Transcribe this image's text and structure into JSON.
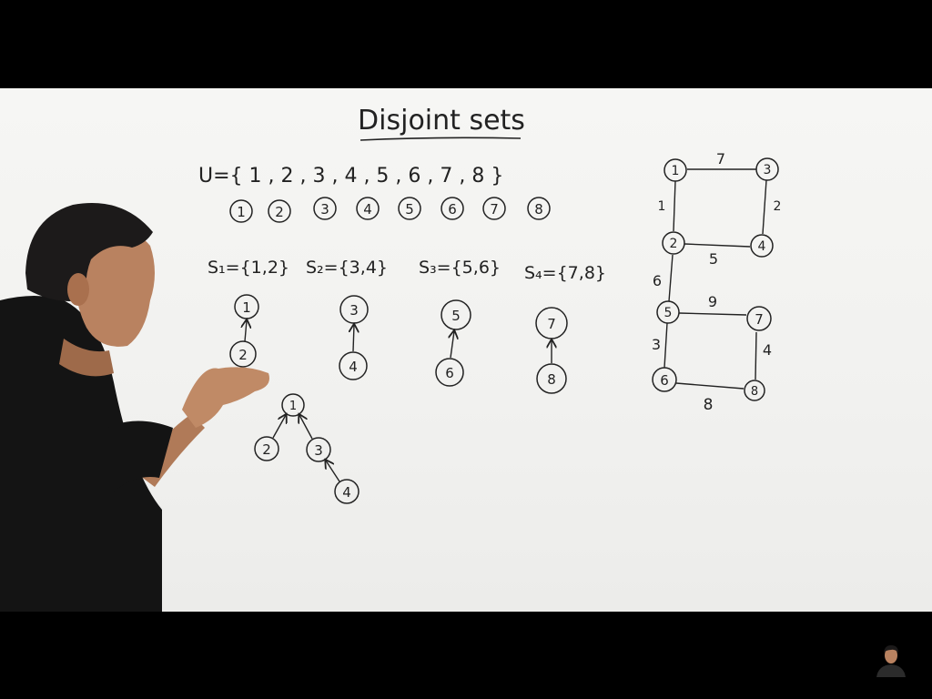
{
  "video": {
    "title": "Disjoint sets",
    "universe_expr": "U={ 1 , 2 , 3 , 4 , 5 , 6 , 7 , 8 }",
    "universe_nodes": [
      "1",
      "2",
      "3",
      "4",
      "5",
      "6",
      "7",
      "8"
    ],
    "sets": [
      {
        "label": "S₁={1,2}"
      },
      {
        "label": "S₂={3,4}"
      },
      {
        "label": "S₃={5,6}"
      },
      {
        "label": "S₄={7,8}"
      }
    ],
    "tree_nodes": [
      "1",
      "2",
      "3",
      "4",
      "5",
      "6",
      "7",
      "8"
    ],
    "union_tree_nodes": [
      "1",
      "2",
      "3",
      "4"
    ],
    "graph": {
      "nodes": [
        "1",
        "2",
        "3",
        "4",
        "5",
        "6",
        "7",
        "8"
      ],
      "edge_weights": [
        "7",
        "1",
        "2",
        "5",
        "6",
        "9",
        "3",
        "4",
        "8"
      ]
    }
  },
  "colors": {
    "board": "#f3f3f1",
    "ink": "#222222",
    "frame": "#000000"
  }
}
